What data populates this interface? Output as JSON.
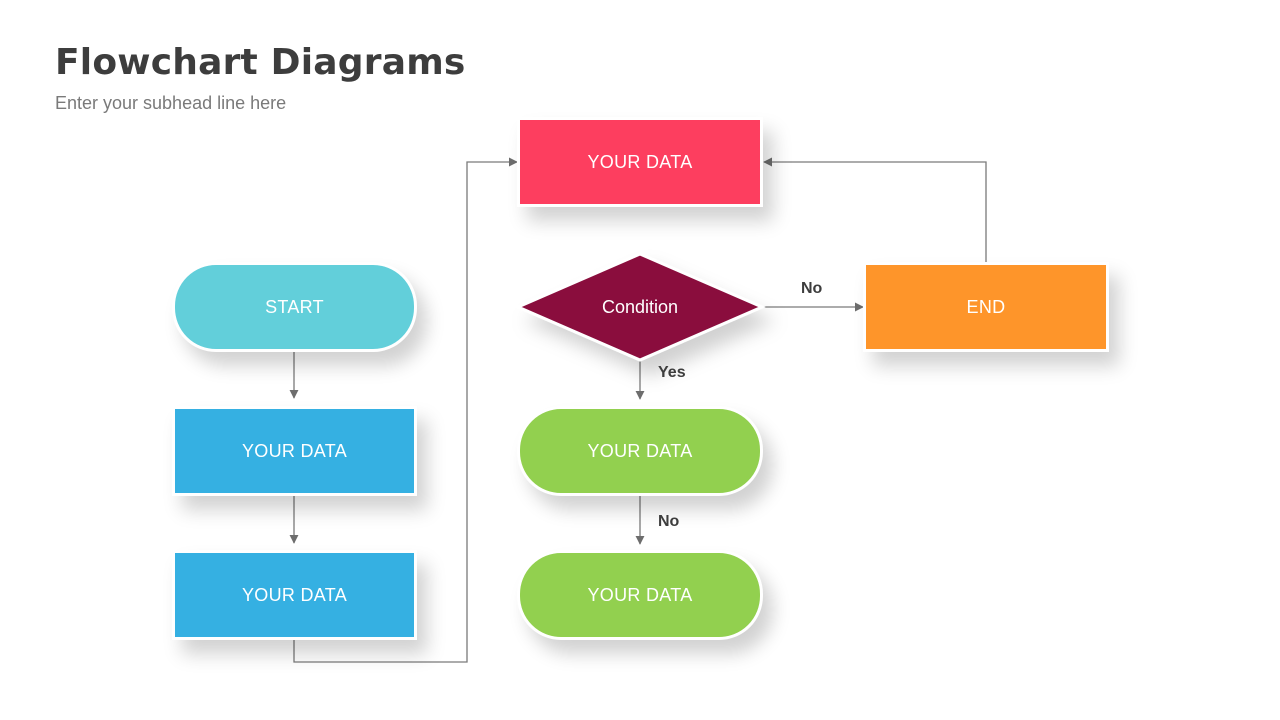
{
  "header": {
    "title": "Flowchart Diagrams",
    "subtitle": "Enter your subhead line here"
  },
  "nodes": {
    "start": {
      "label": "START",
      "color": "#62cfda"
    },
    "left_box_1": {
      "label": "YOUR DATA",
      "color": "#35b0e2"
    },
    "left_box_2": {
      "label": "YOUR DATA",
      "color": "#35b0e2"
    },
    "top_box": {
      "label": "YOUR DATA",
      "color": "#fd3e5f"
    },
    "condition": {
      "label": "Condition",
      "color": "#8a0f3e"
    },
    "end": {
      "label": "END",
      "color": "#fe952a"
    },
    "green_1": {
      "label": "YOUR DATA",
      "color": "#92d04f"
    },
    "green_2": {
      "label": "YOUR DATA",
      "color": "#92d04f"
    }
  },
  "edge_labels": {
    "no_right": "No",
    "yes_down": "Yes",
    "no_down": "No"
  },
  "connector_color": "#7a7a7a"
}
